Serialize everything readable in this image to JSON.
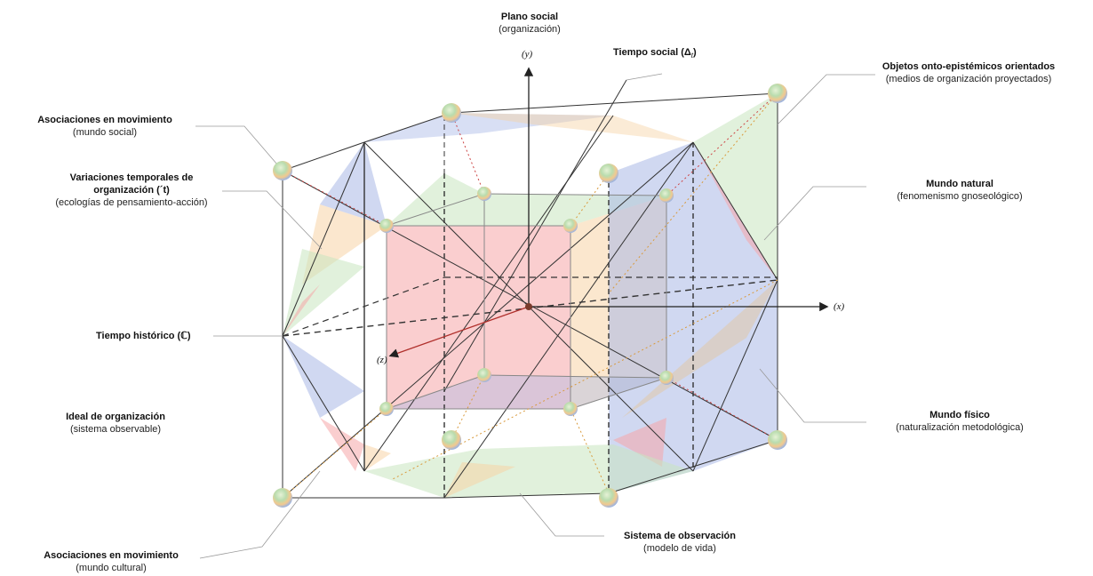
{
  "labels": {
    "plano_social": {
      "title": "Plano social",
      "sub": "(organización)"
    },
    "tiempo_social": {
      "title": "Tiempo social (Δ",
      "sub_t": "t",
      "close": ")"
    },
    "objetos": {
      "title": "Objetos onto-epistémicos orientados",
      "sub": "(medios de organización proyectados)"
    },
    "asoc_social": {
      "title": "Asociaciones en movimiento",
      "sub": "(mundo social)"
    },
    "variaciones": {
      "title1": "Variaciones temporales de",
      "title2": "organización (´t)",
      "sub": "(ecologías de pensamiento-acción)"
    },
    "mundo_natural": {
      "title": "Mundo natural",
      "sub": "(fenomenismo gnoseológico)"
    },
    "tiempo_historico": {
      "title": "Tiempo histórico (ℂ)"
    },
    "ideal": {
      "title": "Ideal de organización",
      "sub": "(sistema observable)"
    },
    "mundo_fisico": {
      "title": "Mundo físico",
      "sub": "(naturalización metodológica)"
    },
    "sistema_obs": {
      "title": "Sistema de observación",
      "sub": "(modelo de vida)"
    },
    "asoc_cultural": {
      "title": "Asociaciones en movimiento",
      "sub": "(mundo cultural)"
    }
  },
  "axes": {
    "x": "(x)",
    "y": "(y)",
    "z": "(z)"
  },
  "colors": {
    "red": "#f6a5a8",
    "blue": "#a9b8e6",
    "green": "#c9e6bf",
    "orange": "#f7d3a5",
    "line": "#333333",
    "leader": "#9a9a9a"
  }
}
